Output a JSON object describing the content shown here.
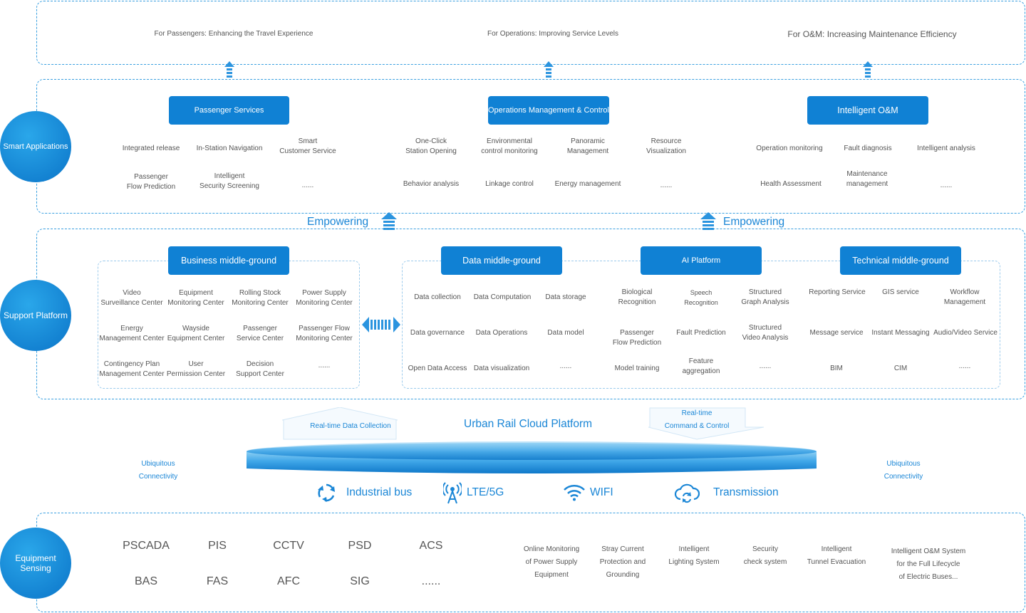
{
  "goals": {
    "passengers": "For Passengers: Enhancing the Travel Experience",
    "operations": "For Operations: Improving Service Levels",
    "om": "For O&M: Increasing Maintenance Efficiency"
  },
  "layers": {
    "smart_applications": "Smart Applications",
    "support_platform": "Support Platform",
    "equipment_sensing": "Equipment\nSensing"
  },
  "apps": {
    "passenger": {
      "title": "Passenger Services",
      "items": [
        "Integrated release",
        "In-Station Navigation",
        "Smart\nCustomer Service",
        "Passenger\nFlow Prediction",
        "Intelligent\nSecurity Screening",
        "......"
      ]
    },
    "operations": {
      "title": "Operations Management & Control",
      "items": [
        "One-Click\nStation Opening",
        "Environmental\ncontrol monitoring",
        "Panoramic\nManagement",
        "Resource\nVisualization",
        "Behavior analysis",
        "Linkage control",
        "Energy management",
        "......"
      ]
    },
    "om": {
      "title": "Intelligent O&M",
      "items": [
        "Operation monitoring",
        "Fault diagnosis",
        "Intelligent analysis",
        "Health Assessment",
        "Maintenance\nmanagement",
        "......"
      ]
    }
  },
  "empowering": "Empowering",
  "support": {
    "business": {
      "title": "Business middle-ground",
      "items": [
        "Video\nSurveillance Center",
        "Equipment\nMonitoring Center",
        "Rolling Stock\nMonitoring Center",
        "Power Supply\nMonitoring Center",
        "Energy\nManagement Center",
        "Wayside\nEquipment Center",
        "Passenger\nService Center",
        "Passenger Flow\nMonitoring Center",
        "Contingency Plan\nManagement Center",
        "User\nPermission Center",
        "Decision\nSupport Center",
        "......"
      ]
    },
    "data": {
      "title": "Data middle-ground",
      "items": [
        "Data collection",
        "Data Computation",
        "Data storage",
        "Data governance",
        "Data Operations",
        "Data model",
        "Open Data Access",
        "Data visualization",
        "......"
      ]
    },
    "ai": {
      "title": "AI Platform",
      "items": [
        "Biological\nRecognition",
        "Speech\nRecognition",
        "Structured\nGraph Analysis",
        "Passenger\nFlow Prediction",
        "Fault Prediction",
        "Structured\nVideo Analysis",
        "Model training",
        "Feature\naggregation",
        "......"
      ]
    },
    "technical": {
      "title": "Technical middle-ground",
      "items": [
        "Reporting Service",
        "GIS service",
        "Workflow\nManagement",
        "Message service",
        "Instant Messaging",
        "Audio/Video Service",
        "BIM",
        "CIM",
        "......"
      ]
    }
  },
  "cloud": {
    "title": "Urban Rail Cloud Platform",
    "collection": "Real-time Data Collection",
    "command": "Real-time\nCommand & Control",
    "ubiquitous_left": "Ubiquitous\nConnectivity",
    "ubiquitous_right": "Ubiquitous\nConnectivity"
  },
  "network": [
    {
      "label": "Industrial bus",
      "icon": "recycle-arrows-icon"
    },
    {
      "label": "LTE/5G",
      "icon": "antenna-icon"
    },
    {
      "label": "WIFI",
      "icon": "wifi-icon"
    },
    {
      "label": "Transmission",
      "icon": "cloud-sync-icon"
    }
  ],
  "equipment": {
    "systems": [
      "PSCADA",
      "PIS",
      "CCTV",
      "PSD",
      "ACS",
      "BAS",
      "FAS",
      "AFC",
      "SIG",
      "......"
    ],
    "solutions": [
      "Online Monitoring\nof Power Supply\nEquipment",
      "Stray Current\nProtection and\nGrounding",
      "Intelligent\nLighting System",
      "Security\ncheck system",
      "Intelligent\nTunnel Evacuation",
      "Intelligent O&M System\nfor the Full Lifecycle\nof Electric Buses..."
    ]
  },
  "colors": {
    "primary": "#1081d4",
    "accent": "#1a86d6",
    "dashed_border": "#3aa0e0",
    "text": "#555555"
  }
}
